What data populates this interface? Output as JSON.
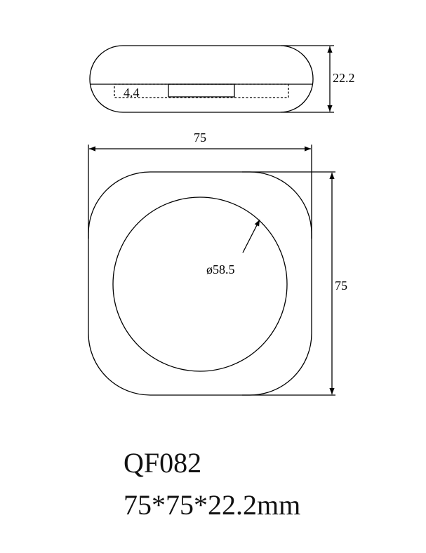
{
  "dimensions": {
    "height": "22.2",
    "inset": "4.4",
    "width": "75",
    "length": "75",
    "diameter": "ø58.5"
  },
  "caption": {
    "model": "QF082",
    "size": "75*75*22.2mm"
  },
  "colors": {
    "line": "#000000",
    "background": "#ffffff"
  }
}
